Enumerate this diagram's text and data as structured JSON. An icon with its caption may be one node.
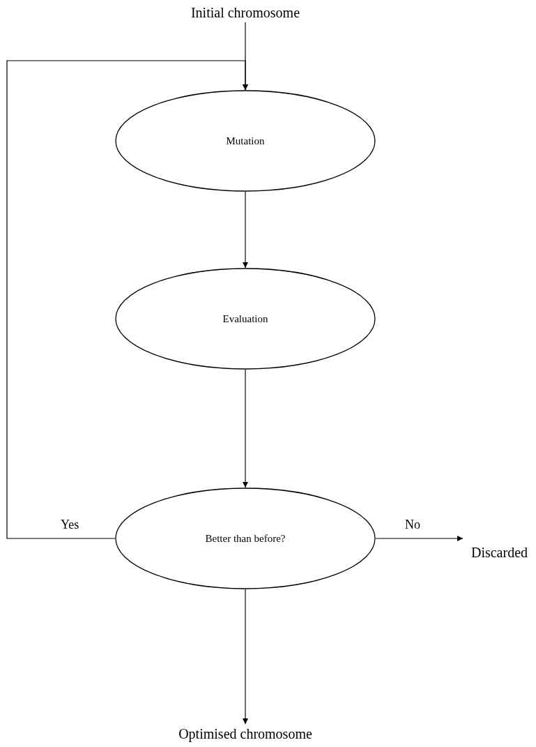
{
  "diagram": {
    "nodes": [
      {
        "text": [
          "Initial chromosome"
        ]
      },
      {
        "text": [
          "Mutation"
        ]
      },
      {
        "text": [
          "Evaluation"
        ]
      },
      {
        "text": [
          "Better than before?"
        ]
      },
      {
        "text": [
          "Discarded"
        ]
      },
      {
        "text": [
          "Optimised chromosome"
        ]
      }
    ],
    "edges": [
      {
        "from": 0,
        "to": 1,
        "arrow": "to"
      },
      {
        "from": 1,
        "to": 2,
        "arrow": "to"
      },
      {
        "from": 2,
        "to": 3,
        "arrow": "to"
      },
      {
        "from": 3,
        "to": 1,
        "arrow": "to",
        "label": "Yes"
      },
      {
        "from": 3,
        "to": 4,
        "arrow": "to",
        "label": "No"
      },
      {
        "from": 3,
        "to": 5,
        "arrow": "to"
      }
    ]
  }
}
